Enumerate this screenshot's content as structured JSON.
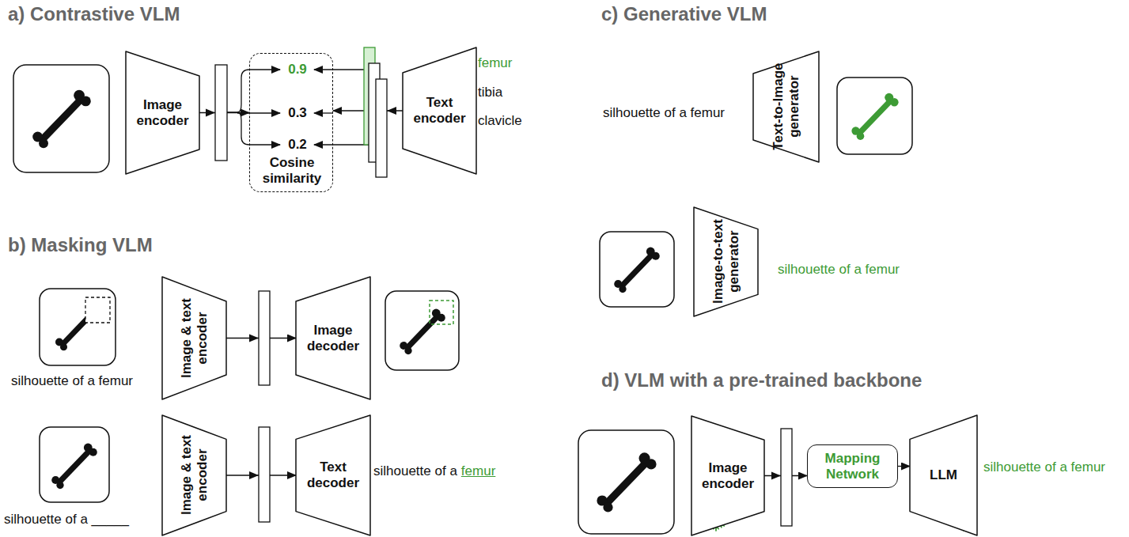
{
  "diagram": {
    "nodes": [
      {
        "text": [
          "Image encoder"
        ]
      },
      {
        "text": [
          "0.9",
          "0.3",
          "0.2",
          "Cosine similarity"
        ]
      },
      {
        "text": [
          "Text encoder"
        ]
      },
      {
        "text": [
          "Image & text encoder"
        ]
      },
      {
        "text": [
          "Image decoder"
        ]
      },
      {
        "text": [
          "Image & text encoder"
        ]
      },
      {
        "text": [
          "Text decoder"
        ]
      },
      {
        "text": [
          "Text-to-Image generator"
        ]
      },
      {
        "text": [
          "Image-to-text generator"
        ]
      },
      {
        "text": [
          "Image encoder"
        ]
      },
      {
        "text": [
          "Mapping Network"
        ]
      },
      {
        "text": [
          "LLM"
        ]
      }
    ],
    "edges": [
      {
        "from": 0,
        "to": 1,
        "arrow": "to"
      },
      {
        "from": 2,
        "to": 1,
        "arrow": "to"
      },
      {
        "from": 3,
        "to": 4,
        "arrow": "to"
      },
      {
        "from": 5,
        "to": 6,
        "arrow": "to"
      },
      {
        "from": 9,
        "to": 10,
        "arrow": "to"
      },
      {
        "from": 10,
        "to": 11,
        "arrow": "to"
      }
    ],
    "labels": [
      "a) Contrastive VLM",
      "femur",
      "tibia",
      "clavicle",
      "b) Masking VLM",
      "silhouette of a femur",
      "silhouette of a _____",
      "silhouette of a",
      "femur",
      "c) Generative VLM",
      "silhouette of a femur",
      "silhouette of a femur",
      "d) VLM with a pre-trained backbone",
      "silhouette of a femur"
    ]
  }
}
